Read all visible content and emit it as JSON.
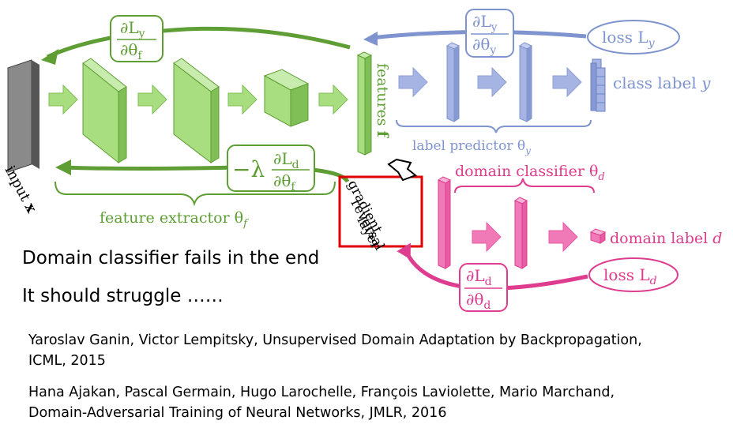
{
  "colors": {
    "green": "#5e9e34",
    "green_fill": "#a8dd80",
    "blue": "#7f94cf",
    "blue_fill": "#a6b4e3",
    "pink": "#de3c8e",
    "pink_fill": "#f07ab8",
    "red_box": "#e00000",
    "gray_input": "#8a8a8a"
  },
  "diagram": {
    "grad_y_theta_f": {
      "num": "∂L",
      "num_sub": "y",
      "den": "∂θ",
      "den_sub": "f"
    },
    "grad_y_theta_y": {
      "num": "∂L",
      "num_sub": "y",
      "den": "∂θ",
      "den_sub": "y"
    },
    "loss_y": {
      "text": "loss L",
      "sub": "y"
    },
    "class_label": {
      "text": "class label ",
      "var": "y"
    },
    "features": {
      "text": "features ",
      "var": "f"
    },
    "label_predictor": {
      "text": "label predictor θ",
      "sub": "y"
    },
    "neg_lambda_grad": {
      "prefix": "−λ",
      "num": "∂L",
      "num_sub": "d",
      "den": "∂θ",
      "den_sub": "f"
    },
    "input": {
      "text": "input ",
      "var": "x"
    },
    "feature_extractor": {
      "text": "feature extractor θ",
      "sub": "f"
    },
    "grl": {
      "line1": "gradient",
      "line2": "reversal",
      "line3": "layer"
    },
    "domain_classifier": {
      "text": "domain classifier θ",
      "sub": "d"
    },
    "domain_label": {
      "text": "domain label ",
      "var": "d"
    },
    "grad_d_theta_d": {
      "num": "∂L",
      "num_sub": "d",
      "den": "∂θ",
      "den_sub": "d"
    },
    "loss_d": {
      "text": "loss L",
      "sub": "d"
    }
  },
  "notes": {
    "line1": "Domain classifier fails in the end",
    "line2": "It should struggle ……"
  },
  "references": {
    "ref1_line1": "Yaroslav Ganin, Victor Lempitsky, Unsupervised Domain Adaptation by Backpropagation,",
    "ref1_line2": "ICML, 2015",
    "ref2_line1": "Hana Ajakan, Pascal Germain, Hugo Larochelle, François Laviolette, Mario Marchand,",
    "ref2_line2": "Domain-Adversarial Training of Neural Networks, JMLR, 2016"
  }
}
